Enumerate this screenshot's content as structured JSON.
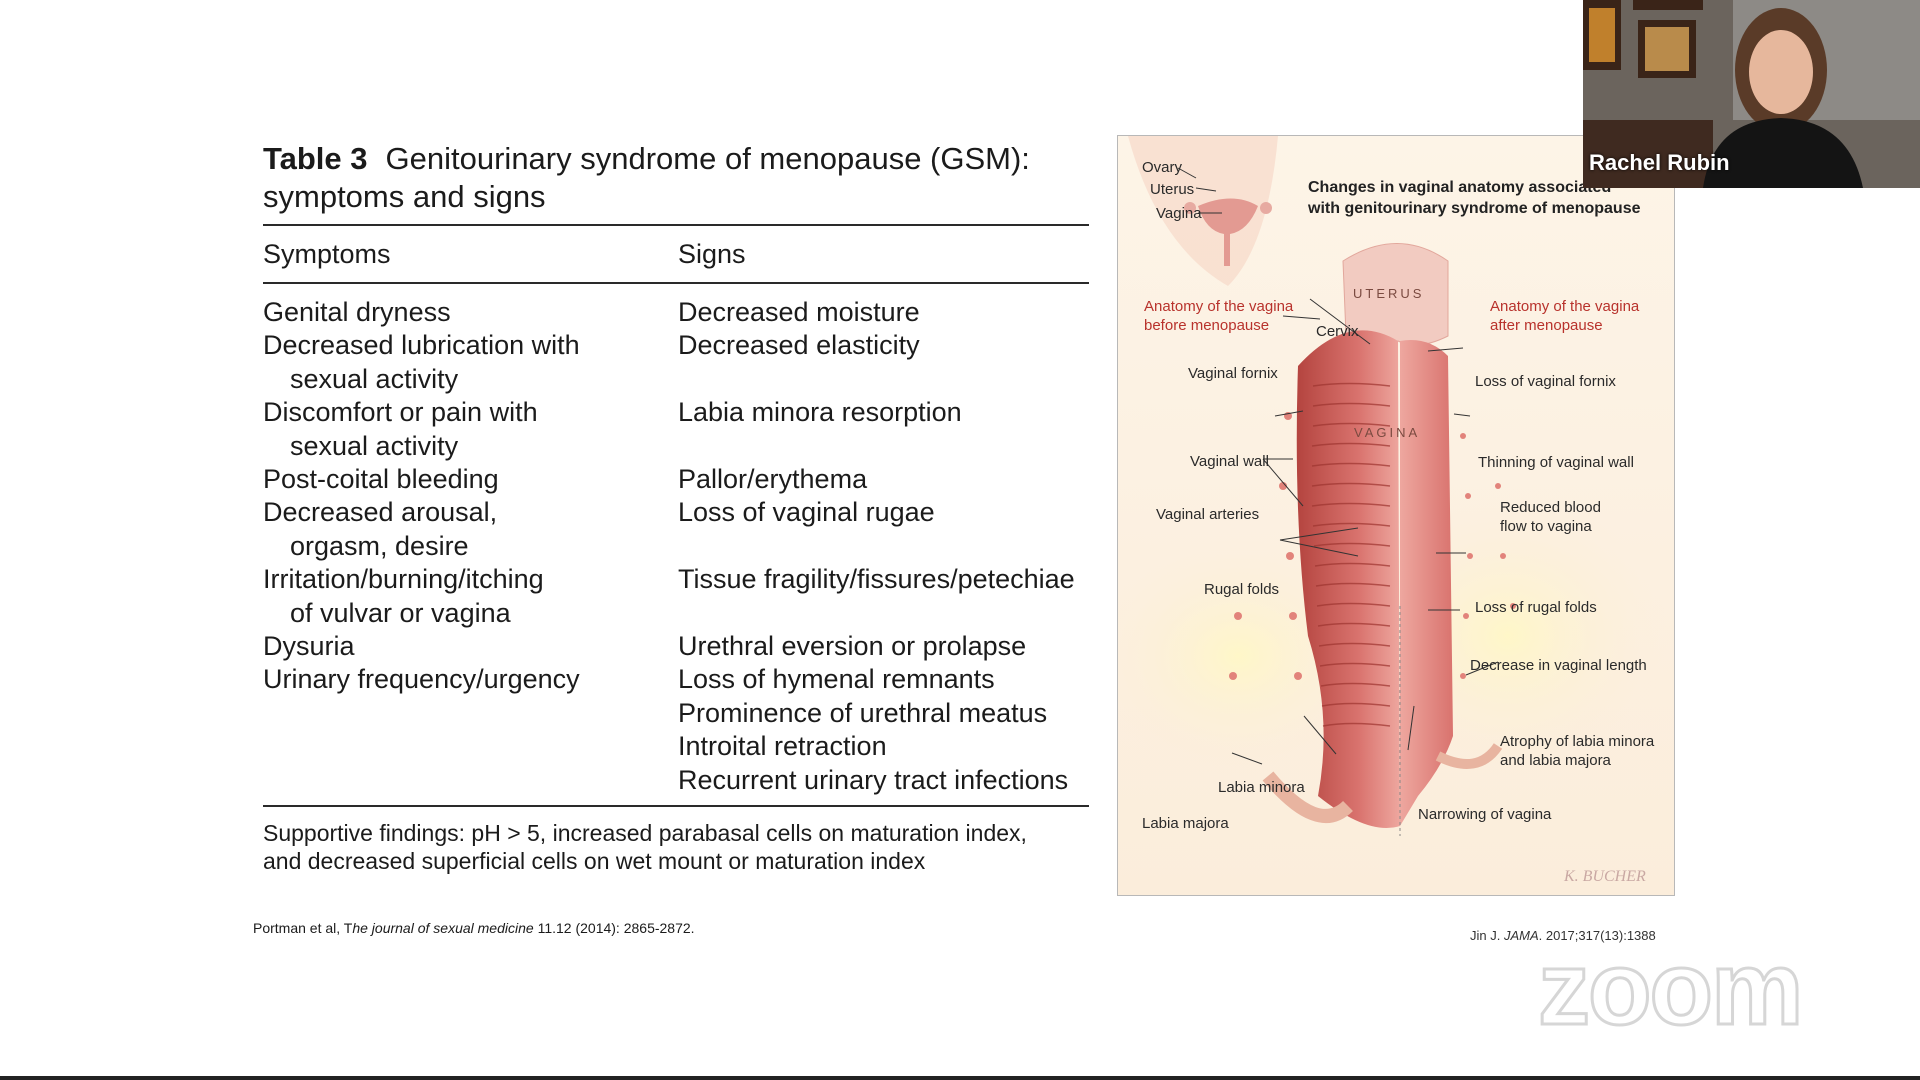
{
  "table": {
    "number": "Table 3",
    "title_line1": "Genitourinary syndrome of menopause (GSM):",
    "title_line2": "symptoms and signs",
    "col_symptoms": "Symptoms",
    "col_signs": "Signs",
    "rows": [
      {
        "symptom": [
          "Genital dryness"
        ],
        "sign": "Decreased moisture"
      },
      {
        "symptom": [
          "Decreased lubrication with",
          "sexual activity"
        ],
        "sign": "Decreased elasticity"
      },
      {
        "symptom": [
          "Discomfort or pain with",
          "sexual activity"
        ],
        "sign": "Labia minora resorption"
      },
      {
        "symptom": [
          "Post-coital bleeding"
        ],
        "sign": "Pallor/erythema"
      },
      {
        "symptom": [
          "Decreased arousal,",
          "orgasm, desire"
        ],
        "sign": "Loss of vaginal rugae"
      },
      {
        "symptom": [
          "Irritation/burning/itching",
          "of vulvar or vagina"
        ],
        "sign": "Tissue fragility/fissures/petechiae"
      },
      {
        "symptom": [
          "Dysuria"
        ],
        "sign": "Urethral eversion or prolapse"
      },
      {
        "symptom": [
          "Urinary frequency/urgency"
        ],
        "sign": "Loss of hymenal remnants"
      },
      {
        "symptom": [],
        "sign": "Prominence of urethral meatus"
      },
      {
        "symptom": [],
        "sign": "Introital retraction"
      },
      {
        "symptom": [],
        "sign": "Recurrent urinary tract infections"
      }
    ],
    "supportive_line1": "Supportive findings: pH > 5, increased parabasal cells on maturation index,",
    "supportive_line2": "and decreased superficial cells on wet mount or maturation index"
  },
  "citation_left": {
    "prefix": "Portman et al, T",
    "journal": "he journal of sexual medicine",
    "suffix": " 11.12 (2014): 2865-2872."
  },
  "figure": {
    "title_line1": "Changes in vaginal anatomy associated",
    "title_line2": "with genitourinary syndrome of menopause",
    "inset_labels": [
      "Ovary",
      "Uterus",
      "Vagina"
    ],
    "before_line1": "Anatomy of the vagina",
    "before_line2": "before menopause",
    "after_line1": "Anatomy of the vagina",
    "after_line2": "after menopause",
    "uterus_caps": "UTERUS",
    "vagina_caps": "VAGINA",
    "cervix": "Cervix",
    "vaginal_fornix": "Vaginal fornix",
    "loss_fornix": "Loss of vaginal fornix",
    "vaginal_wall": "Vaginal wall",
    "thinning_wall": "Thinning of vaginal wall",
    "vaginal_arteries": "Vaginal arteries",
    "reduced_blood_line1": "Reduced blood",
    "reduced_blood_line2": "flow to vagina",
    "rugal_folds": "Rugal folds",
    "loss_rugal": "Loss of rugal folds",
    "decrease_length": "Decrease in vaginal length",
    "atrophy_line1": "Atrophy of labia minora",
    "atrophy_line2": "and labia majora",
    "labia_minora": "Labia minora",
    "labia_majora": "Labia majora",
    "narrowing": "Narrowing of vagina",
    "signature": "K. BUCHER"
  },
  "citation_right": {
    "prefix": "Jin J. ",
    "journal": "JAMA",
    "suffix": ". 2017;317(13):1388"
  },
  "video": {
    "participant_name": "Rachel Rubin"
  },
  "watermark": "zoom",
  "colors": {
    "tissue": "#d9736e",
    "tissue_dark": "#b4443f",
    "tissue_light": "#eea79f",
    "figure_bg": "#fcf0e0",
    "red_text": "#b8322c"
  }
}
